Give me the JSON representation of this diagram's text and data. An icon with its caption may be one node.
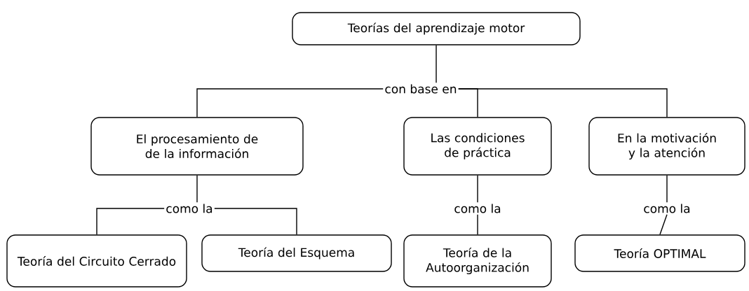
{
  "diagram": {
    "nodes": [
      {
        "text": [
          "Teorías del aprendizaje motor"
        ]
      },
      {
        "text": [
          "con base en"
        ]
      },
      {
        "text": [
          "El procesamiento de de la información"
        ]
      },
      {
        "text": [
          "como la"
        ]
      },
      {
        "text": [
          "Teoría del Circuito Cerrado"
        ]
      },
      {
        "text": [
          "Teoría del Esquema"
        ]
      },
      {
        "text": [
          "Las condiciones de práctica"
        ]
      },
      {
        "text": [
          "como la"
        ]
      },
      {
        "text": [
          "Teoría de la Autoorganización"
        ]
      },
      {
        "text": [
          "En la motivación y la atención"
        ]
      },
      {
        "text": [
          "como la"
        ]
      },
      {
        "text": [
          "Teoría OPTIMAL"
        ]
      }
    ],
    "edges": [
      {
        "from": 0,
        "to": 1,
        "arrow": "none"
      },
      {
        "from": 1,
        "to": 2,
        "arrow": "none"
      },
      {
        "from": 1,
        "to": 6,
        "arrow": "none"
      },
      {
        "from": 1,
        "to": 9,
        "arrow": "none"
      },
      {
        "from": 2,
        "to": 3,
        "arrow": "none"
      },
      {
        "from": 3,
        "to": 4,
        "arrow": "none"
      },
      {
        "from": 3,
        "to": 5,
        "arrow": "none"
      },
      {
        "from": 6,
        "to": 7,
        "arrow": "none"
      },
      {
        "from": 7,
        "to": 8,
        "arrow": "none"
      },
      {
        "from": 9,
        "to": 10,
        "arrow": "none"
      },
      {
        "from": 10,
        "to": 11,
        "arrow": "none"
      }
    ]
  }
}
